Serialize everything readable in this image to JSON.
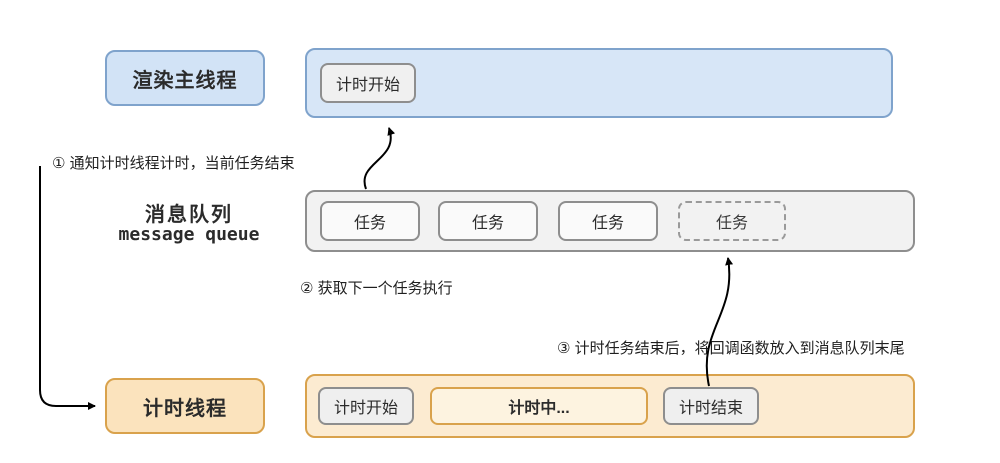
{
  "main_thread": {
    "label": "渲染主线程",
    "timer_start": "计时开始"
  },
  "message_queue": {
    "label_cn": "消息队列",
    "label_en": "message queue",
    "tasks": [
      "任务",
      "任务",
      "任务"
    ],
    "pending_task": "任务"
  },
  "timer_thread": {
    "label": "计时线程",
    "steps": [
      "计时开始",
      "计时中...",
      "计时结束"
    ]
  },
  "annotations": {
    "step1": "① 通知计时线程计时，当前任务结束",
    "step2": "② 获取下一个任务执行",
    "step3": "③ 计时任务结束后，将回调函数放入到消息队列末尾"
  },
  "colors": {
    "blue_fill": "#d7e6f7",
    "blue_border": "#7fa3cc",
    "gray_fill": "#f2f2f2",
    "gray_border": "#8e8e8e",
    "orange_fill": "#fcebd1",
    "orange_border": "#d9a24c",
    "arrow": "#000000"
  }
}
